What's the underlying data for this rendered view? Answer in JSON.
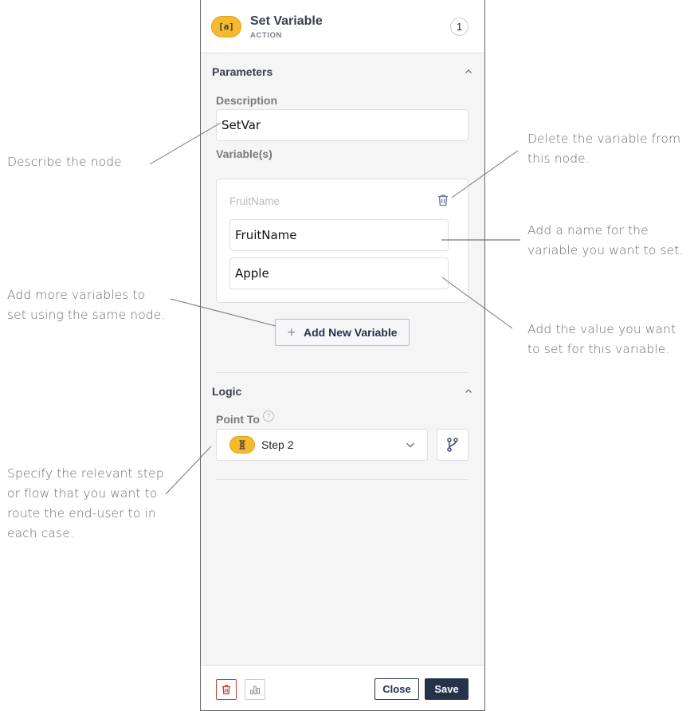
{
  "header": {
    "node_icon": "[a]",
    "title": "Set Variable",
    "subtitle": "ACTION",
    "count": "1"
  },
  "parameters": {
    "section_title": "Parameters",
    "description_label": "Description",
    "description_value": "SetVar",
    "variables_label": "Variable(s)",
    "variables": [
      {
        "card_title": "FruitName",
        "name_value": "FruitName",
        "value_value": "Apple"
      }
    ],
    "add_variable_label": "Add New Variable"
  },
  "logic": {
    "section_title": "Logic",
    "point_to_label": "Point To",
    "point_to_value": "Step 2",
    "help_glyph": "?"
  },
  "footer": {
    "close_label": "Close",
    "save_label": "Save"
  },
  "callouts": {
    "describe": "Describe the node",
    "add_more": [
      "Add more variables to",
      "set using the same node."
    ],
    "specify": [
      "Specify the relevant step",
      "or flow that you want to",
      "route the end-user to in",
      "each case."
    ],
    "delete": [
      "Delete the variable from",
      "this node."
    ],
    "add_name": [
      "Add a name for the",
      "variable you want to set."
    ],
    "add_value": [
      "Add the value you want",
      "to set for this variable."
    ]
  },
  "colors": {
    "accent_yellow": "#f5b82e",
    "primary_navy": "#26314a",
    "danger_red": "#c3402a",
    "panel_bg": "#f5f5f5",
    "border": "#dcdfe4"
  },
  "icons": {
    "node": "variable-icon",
    "delete_variable": "trash-icon",
    "collapse": "chevron-up-icon",
    "dropdown": "chevron-down-icon",
    "branch": "branch-icon",
    "step": "hourglass-icon",
    "add": "plus-icon",
    "footer_delete": "trash-icon",
    "footer_stats": "bar-chart-icon",
    "help": "help-circle-icon"
  }
}
